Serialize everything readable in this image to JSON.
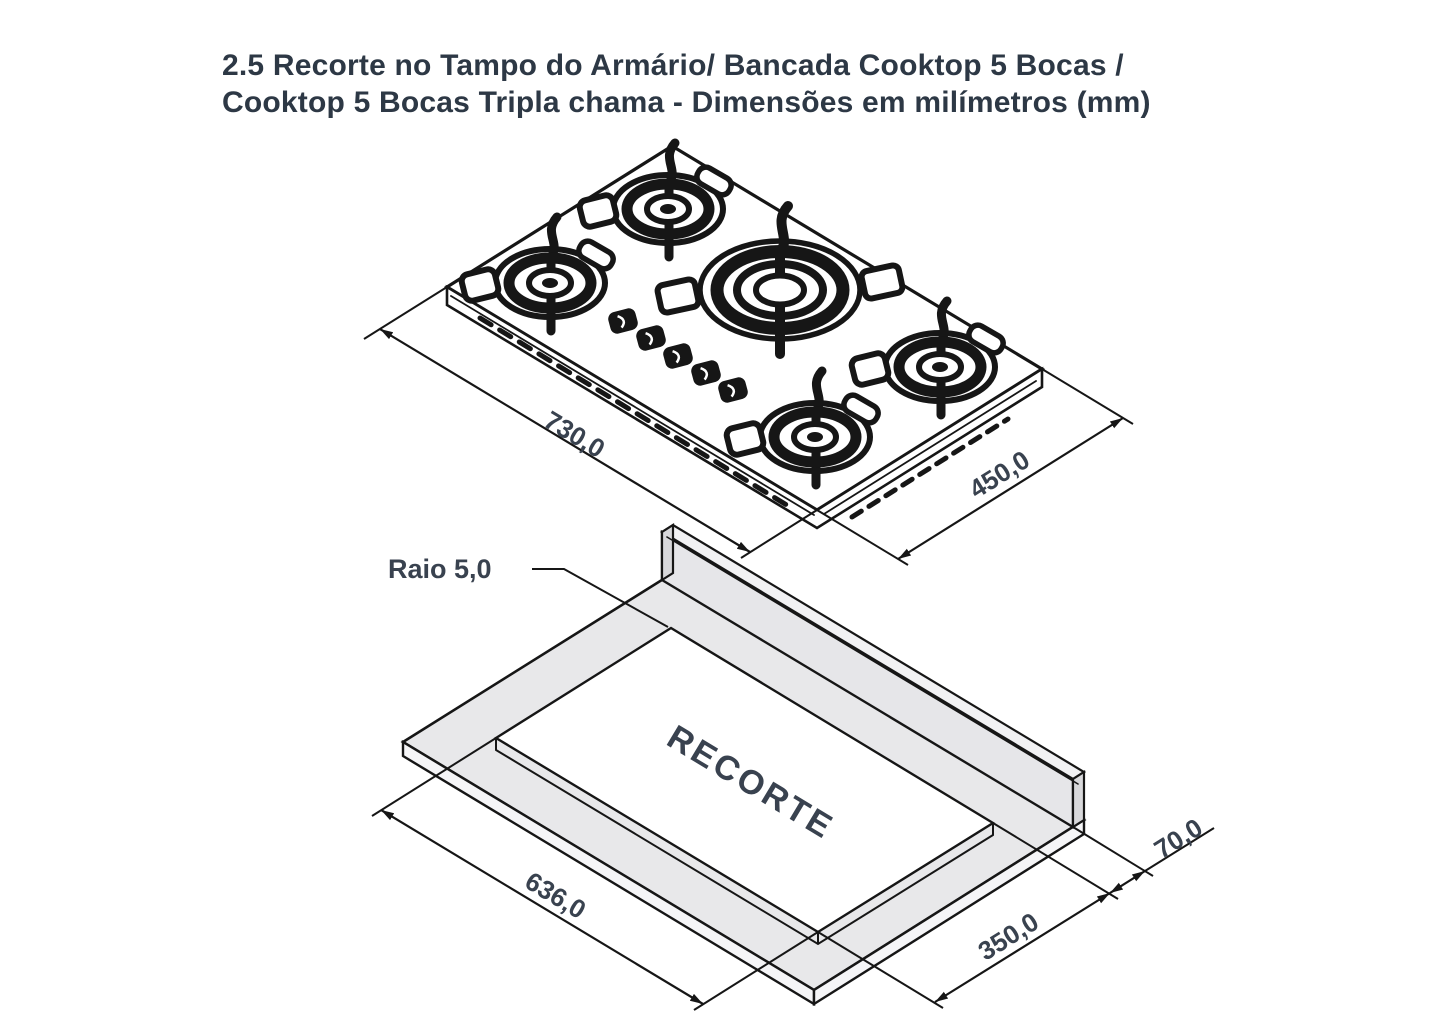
{
  "title": {
    "line1": "2.5 Recorte no Tampo do Armário/ Bancada Cooktop 5 Bocas /",
    "line2": "Cooktop 5 Bocas Tripla chama - Dimensões em milímetros (mm)"
  },
  "units": "mm",
  "cooktop_view": {
    "description": "Isometric line drawing of a 5-burner gas cooktop with control knobs",
    "width_label": "730,0",
    "depth_label": "450,0",
    "burner_count": 5,
    "knob_count": 5
  },
  "cutout_view": {
    "description": "Isometric view of countertop cutout with backsplash wall",
    "radius_label": "Raio 5,0",
    "cutout_label": "RECORTE",
    "length_label": "636,0",
    "depth_label": "350,0",
    "wall_clearance_label": "70,0"
  },
  "colors": {
    "line": "#161616",
    "dimension_text": "#39424f",
    "title_text": "#2d3845",
    "surface_fill": "#e8e8ea",
    "background": "#ffffff"
  }
}
